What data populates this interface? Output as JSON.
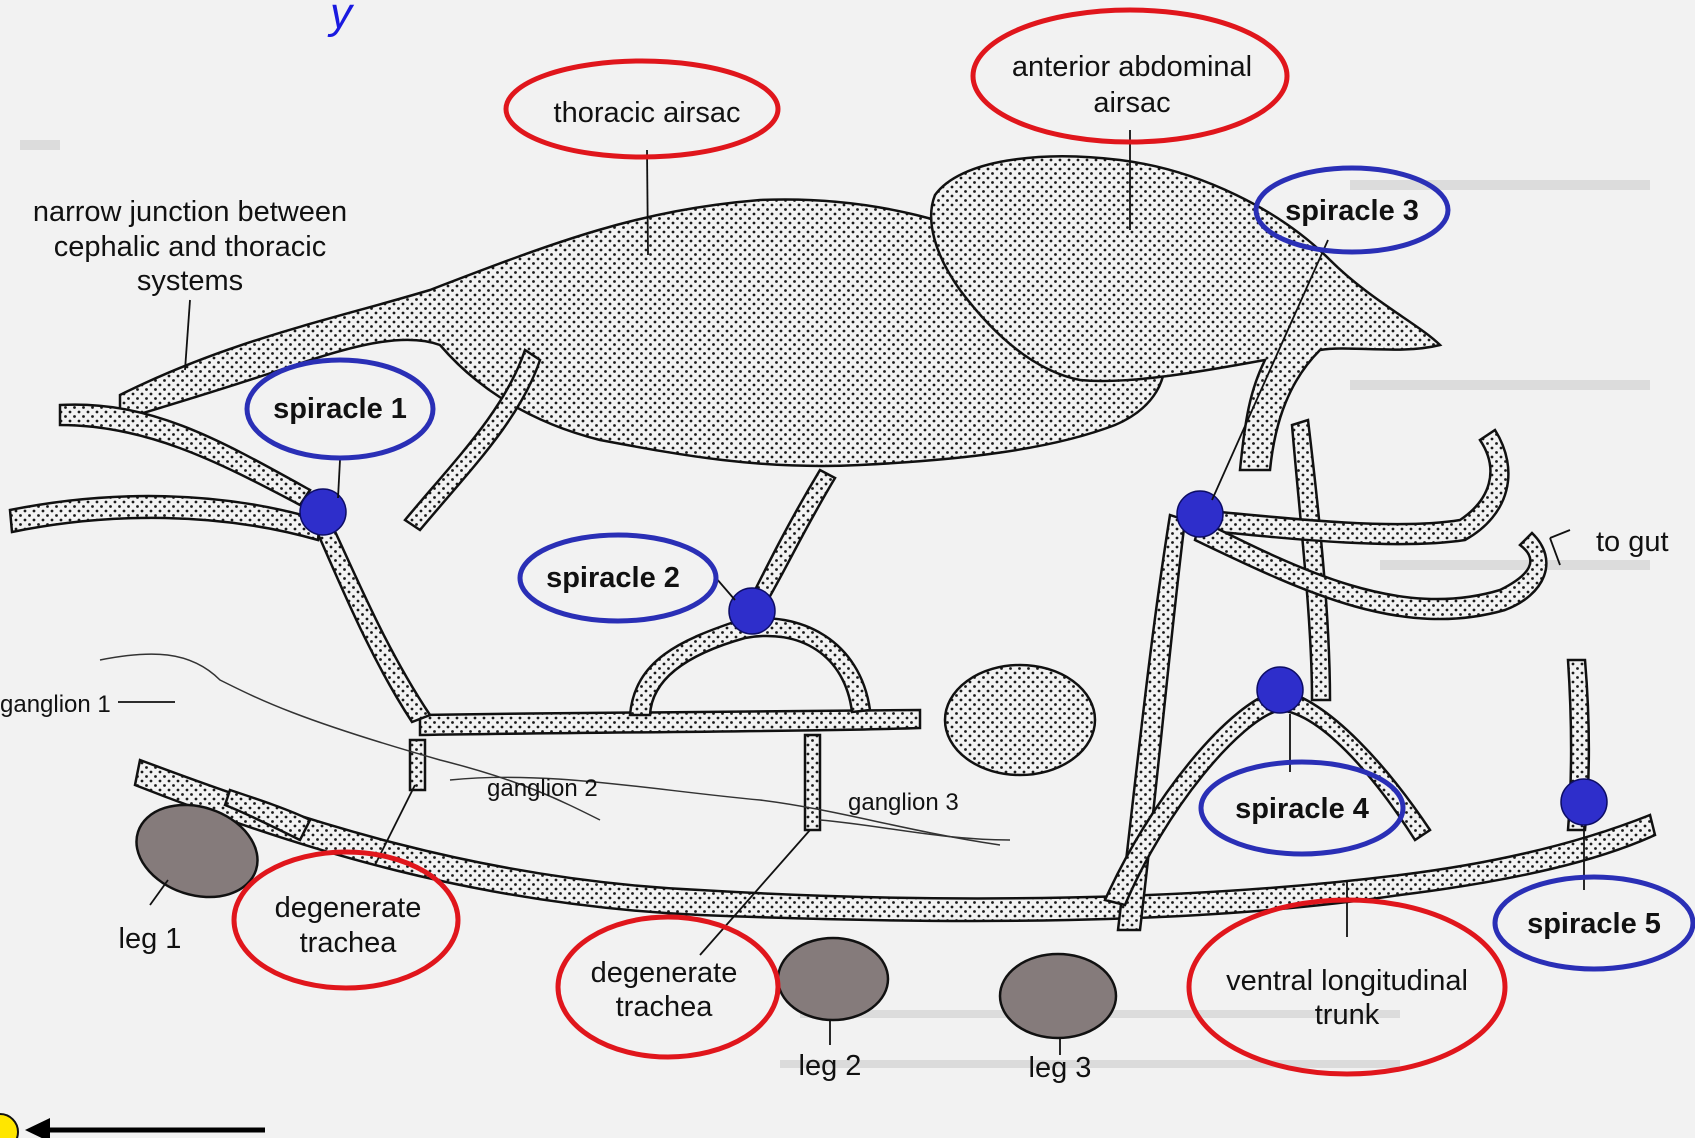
{
  "diagram": {
    "labels": {
      "thoracic_airsac": "thoracic airsac",
      "anterior_abdominal_line1": "anterior abdominal",
      "anterior_abdominal_line2": "airsac",
      "narrow_junction_line1": "narrow junction between",
      "narrow_junction_line2": "cephalic and thoracic",
      "narrow_junction_line3": "systems",
      "spiracle_1": "spiracle 1",
      "spiracle_2": "spiracle 2",
      "spiracle_3": "spiracle 3",
      "spiracle_4": "spiracle 4",
      "spiracle_5": "spiracle 5",
      "to_gut": "to gut",
      "ganglion_1": "ganglion 1",
      "ganglion_2": "ganglion 2",
      "ganglion_3": "ganglion 3",
      "degenerate_line1": "degenerate",
      "degenerate_line2": "trachea",
      "leg_1": "leg 1",
      "leg_2": "leg 2",
      "leg_3": "leg 3",
      "ventral_line1": "ventral longitudinal",
      "ventral_line2": "trunk"
    },
    "colors": {
      "highlight_red": "#e0161c",
      "highlight_blue": "#2a2fb6",
      "spiracle_dot": "#2e2ecb",
      "leg_fill": "#857b7b",
      "stipple": "#1a1a1a",
      "title_blue": "#1a1ae0",
      "marker_yellow": "#ffe600"
    }
  }
}
